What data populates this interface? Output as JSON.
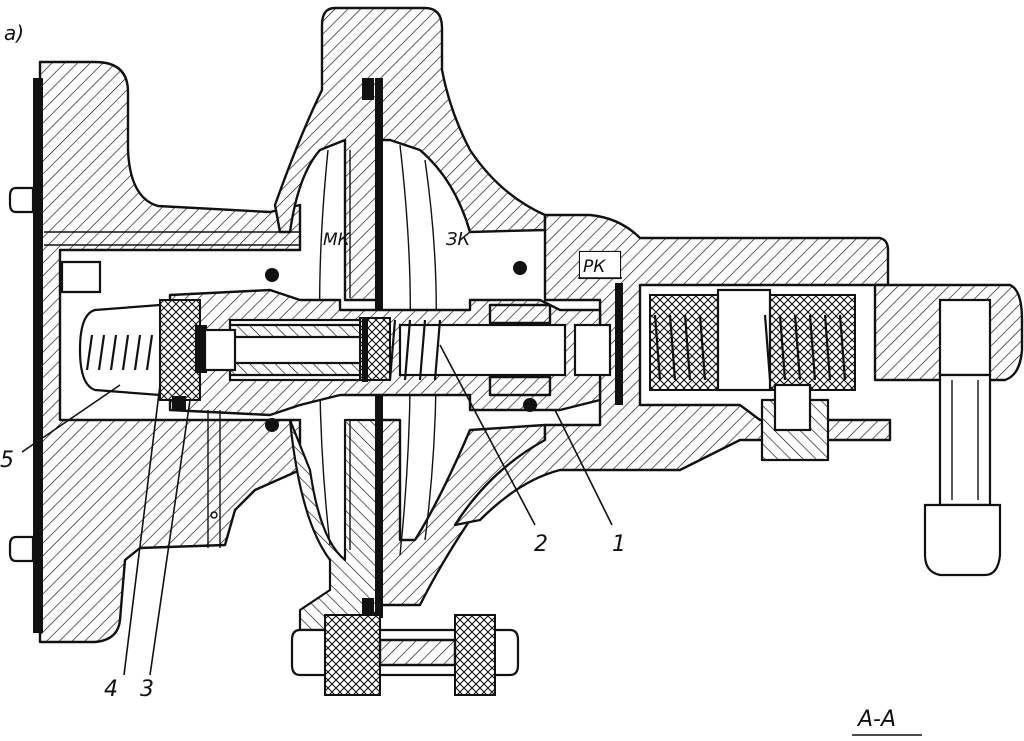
{
  "figure": {
    "panel_label": "a)",
    "section_label": "A-A"
  },
  "chamber_labels": [
    {
      "id": "mk",
      "text": "МК"
    },
    {
      "id": "zk",
      "text": "ЗК"
    },
    {
      "id": "rk",
      "text": "РК"
    }
  ],
  "callouts": [
    {
      "id": "c1",
      "text": "1"
    },
    {
      "id": "c2",
      "text": "2"
    },
    {
      "id": "c3",
      "text": "3"
    },
    {
      "id": "c4",
      "text": "4"
    },
    {
      "id": "c5",
      "text": "5"
    }
  ],
  "colors": {
    "ink": "#111111",
    "paper": "#ffffff"
  }
}
